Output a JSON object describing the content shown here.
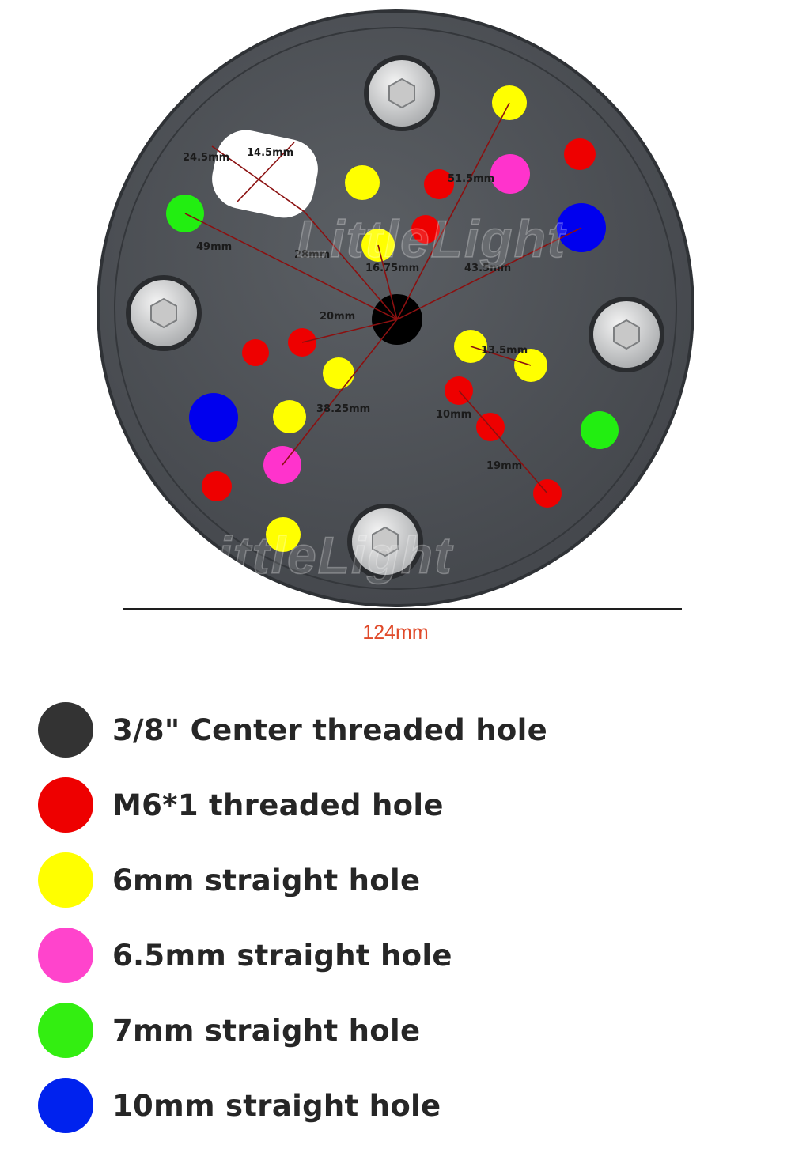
{
  "colors": {
    "plate": "#4d5156",
    "plate_edge": "#2f3236",
    "center": "#000000",
    "red": "#ee0000",
    "yellow": "#ffff00",
    "magenta": "#ff33cc",
    "green": "#22ee11",
    "blue": "#0000ee",
    "dimension_line": "#8b1010",
    "width_label": "#e04a2a"
  },
  "watermark": "LittleLight",
  "dimensions": {
    "slot_length": "24.5mm",
    "slot_width": "14.5mm",
    "d_51_5": "51.5mm",
    "d_49": "49mm",
    "d_28": "28mm",
    "d_16_75": "16.75mm",
    "d_43_5": "43.5mm",
    "d_20": "20mm",
    "d_13_5": "13.5mm",
    "d_38_25": "38.25mm",
    "d_10": "10mm",
    "d_19": "19mm"
  },
  "overall_width": "124mm",
  "legend": [
    {
      "label": "3/8\" Center threaded hole",
      "color": "#333333"
    },
    {
      "label": "M6*1 threaded hole",
      "color": "#ee0000"
    },
    {
      "label": "6mm straight hole",
      "color": "#ffff00"
    },
    {
      "label": "6.5mm straight hole",
      "color": "#ff44cc"
    },
    {
      "label": "7mm straight hole",
      "color": "#33ee11"
    },
    {
      "label": "10mm straight hole",
      "color": "#0022ee"
    }
  ]
}
